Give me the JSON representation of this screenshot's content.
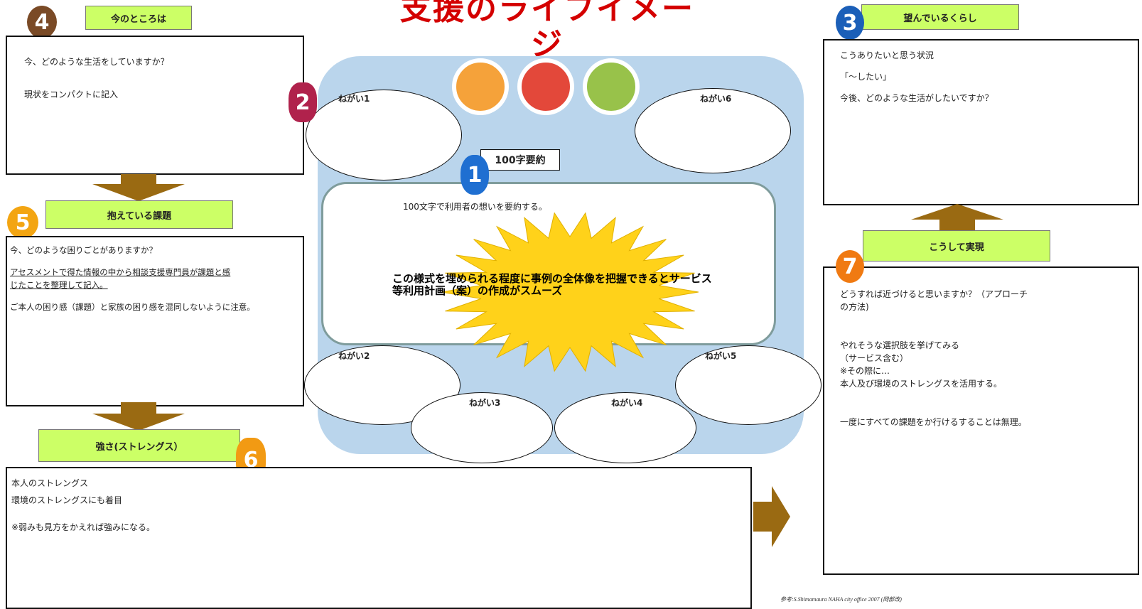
{
  "title": "支援のライフイメージ",
  "sections": {
    "current": {
      "badge": "4",
      "label": "今のところは",
      "lines": [
        "今、どのような生活をしていますか？",
        "現状をコンパクトに記入"
      ]
    },
    "issues": {
      "badge": "5",
      "label": "抱えている課題",
      "lines": [
        "今、どのような困りごとがありますか？",
        "アセスメントで得た情報の中から相談支援専門員が課題と感",
        "じたことを整理して記入。",
        "ご本人の困り感（課題）と家族の困り感を混同しないように注意。"
      ]
    },
    "strengths": {
      "badge": "6",
      "label": "強さ(ストレングス）",
      "lines": [
        "本人のストレングス",
        "環境のストレングスにも着目",
        "※弱みも見方をかえれば強みになる。"
      ]
    },
    "desired": {
      "badge": "3",
      "label": "望んでいるくらし",
      "lines": [
        "こうありたいと思う状況",
        "「〜したい」",
        "今後、どのような生活がしたいですか？"
      ]
    },
    "approach": {
      "badge": "7",
      "label": "こうして実現",
      "lines": [
        "どうすれば近づけると思いますか？（アプローチ",
        "の方法)",
        "やれそうな選択肢を挙げてみる",
        "（サービス含む）",
        "※その際に…",
        "本人及び環境のストレングスを活用する。",
        "一度にすべての課題をか行けるすることは無理。"
      ]
    },
    "summary": {
      "badge": "1",
      "label": "100字要約",
      "text": "100文字で利用者の想いを要約する。",
      "burst_text": "この様式を埋められる程度に事例の全体像を把握できるとサービス等利用計画（案）の作成がスムーズ"
    },
    "wishes": {
      "badge": "2",
      "items": [
        "ねがい1",
        "ねがい2",
        "ねがい3",
        "ねがい4",
        "ねがい5",
        "ねがい6"
      ]
    }
  },
  "footer_note": "参考:S.Shimamaura NAHA city office 2007 (岡部改)",
  "colors": {
    "title": "#d40000",
    "label_bg": "#ccff66",
    "panel_bg": "#bad5ec",
    "arrow": "#9a6a12",
    "burst": "#ffd21a",
    "badge_1": "#1f6fd1",
    "badge_2": "#b0224c",
    "badge_3": "#1b5fb8",
    "badge_4": "#7a4a26",
    "badge_5": "#f3a512",
    "badge_6": "#f29a13",
    "badge_7": "#f07a12"
  }
}
